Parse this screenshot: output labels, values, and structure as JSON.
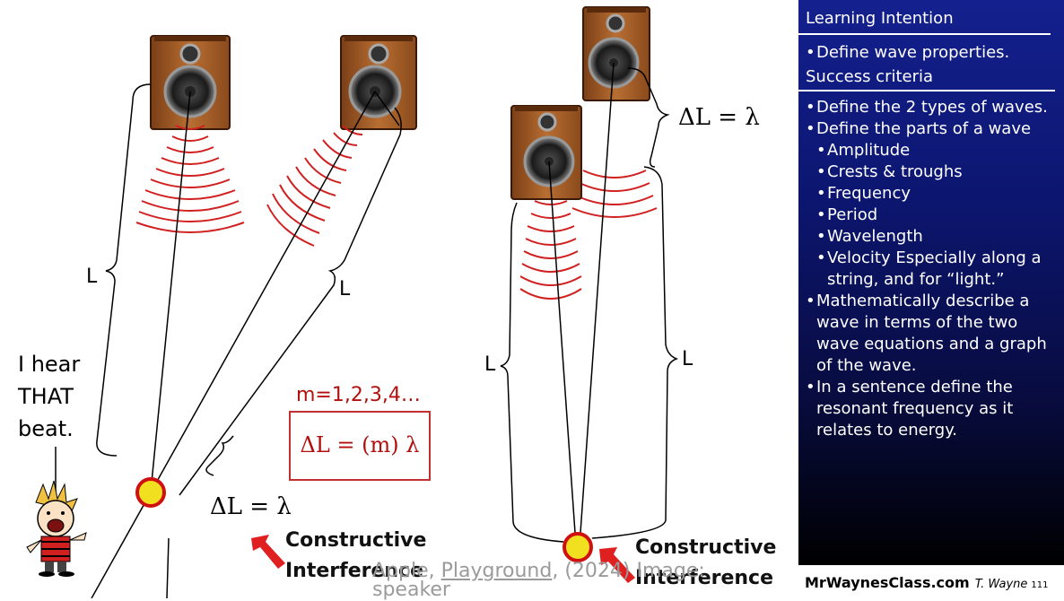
{
  "left_diagram": {
    "label_left_L": "L",
    "label_right_L": "L",
    "quote": [
      "I hear",
      "THAT",
      "beat."
    ],
    "m_range": "m=1,2,3,4…",
    "formula": "ΔL = (m) λ",
    "delta_l": "ΔL = λ",
    "constructive": [
      "Constructive",
      "Interference"
    ]
  },
  "right_diagram": {
    "delta_l_top": "ΔL = λ",
    "label_left_L": "L",
    "label_right_L": "L",
    "constructive": [
      "Constructive",
      "Interference"
    ]
  },
  "caption": {
    "prefix": "Apple, ",
    "link": "Playground",
    "suffix": ", (2024) Image:",
    "line2": "speaker"
  },
  "panel": {
    "title": "Learning Intention",
    "intentions": [
      "Define wave properties."
    ],
    "success_title": "Success criteria",
    "criteria": [
      {
        "text": "Define the 2 types of waves.",
        "level": 1
      },
      {
        "text": "Define the parts of a wave",
        "level": 1
      },
      {
        "text": "Amplitude",
        "level": 2
      },
      {
        "text": "Crests & troughs",
        "level": 2
      },
      {
        "text": "Frequency",
        "level": 2
      },
      {
        "text": "Period",
        "level": 2
      },
      {
        "text": "Wavelength",
        "level": 2
      },
      {
        "text": "Velocity Especially along a string, and for “light.”",
        "level": 2
      },
      {
        "text": "Mathematically describe a wave in terms of the two wave equations and a graph of the wave.",
        "level": 1
      },
      {
        "text": "In a sentence define the resonant frequency as it relates to energy.",
        "level": 1
      }
    ]
  },
  "footer": {
    "site": "MrWaynesClass.com",
    "author": "T. Wayne",
    "page": "111"
  },
  "colors": {
    "wave": "#d02020",
    "panel_top": "#14208e",
    "speaker_wood": "#a8602a",
    "point_fill": "#f0e020",
    "point_ring": "#d01010"
  }
}
